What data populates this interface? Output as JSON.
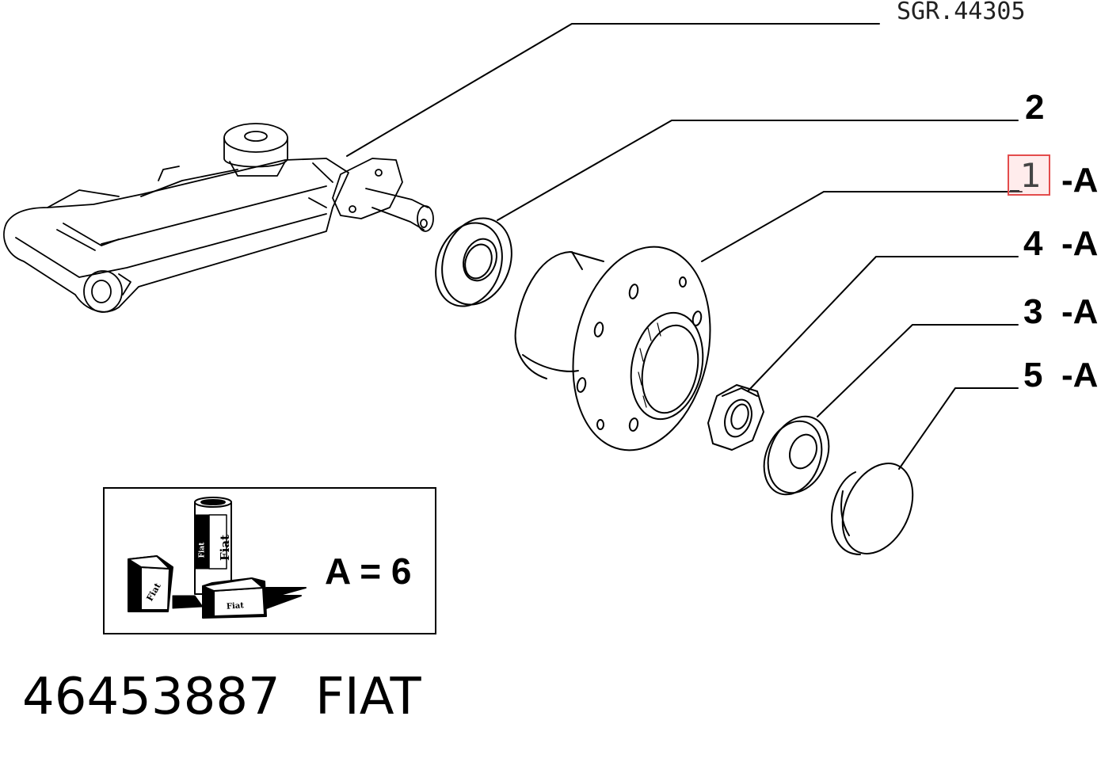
{
  "reference": "SGR.44305",
  "callouts": {
    "c2": {
      "number": "2",
      "suffix": ""
    },
    "c1": {
      "number": "1",
      "suffix": "-A"
    },
    "c4": {
      "number": "4",
      "suffix": "-A"
    },
    "c3": {
      "number": "3",
      "suffix": "-A"
    },
    "c5": {
      "number": "5",
      "suffix": "-A"
    }
  },
  "legend": {
    "text": "A = 6",
    "tube_brand": "Fiat",
    "tube_brand_small": "Fiat",
    "box_brand": "Fiat",
    "box_brand_2": "Fiat"
  },
  "footer": {
    "part_number": "46453887",
    "brand": "FIAT"
  },
  "colors": {
    "line": "#000000",
    "highlight_border": "#e34c4c"
  }
}
